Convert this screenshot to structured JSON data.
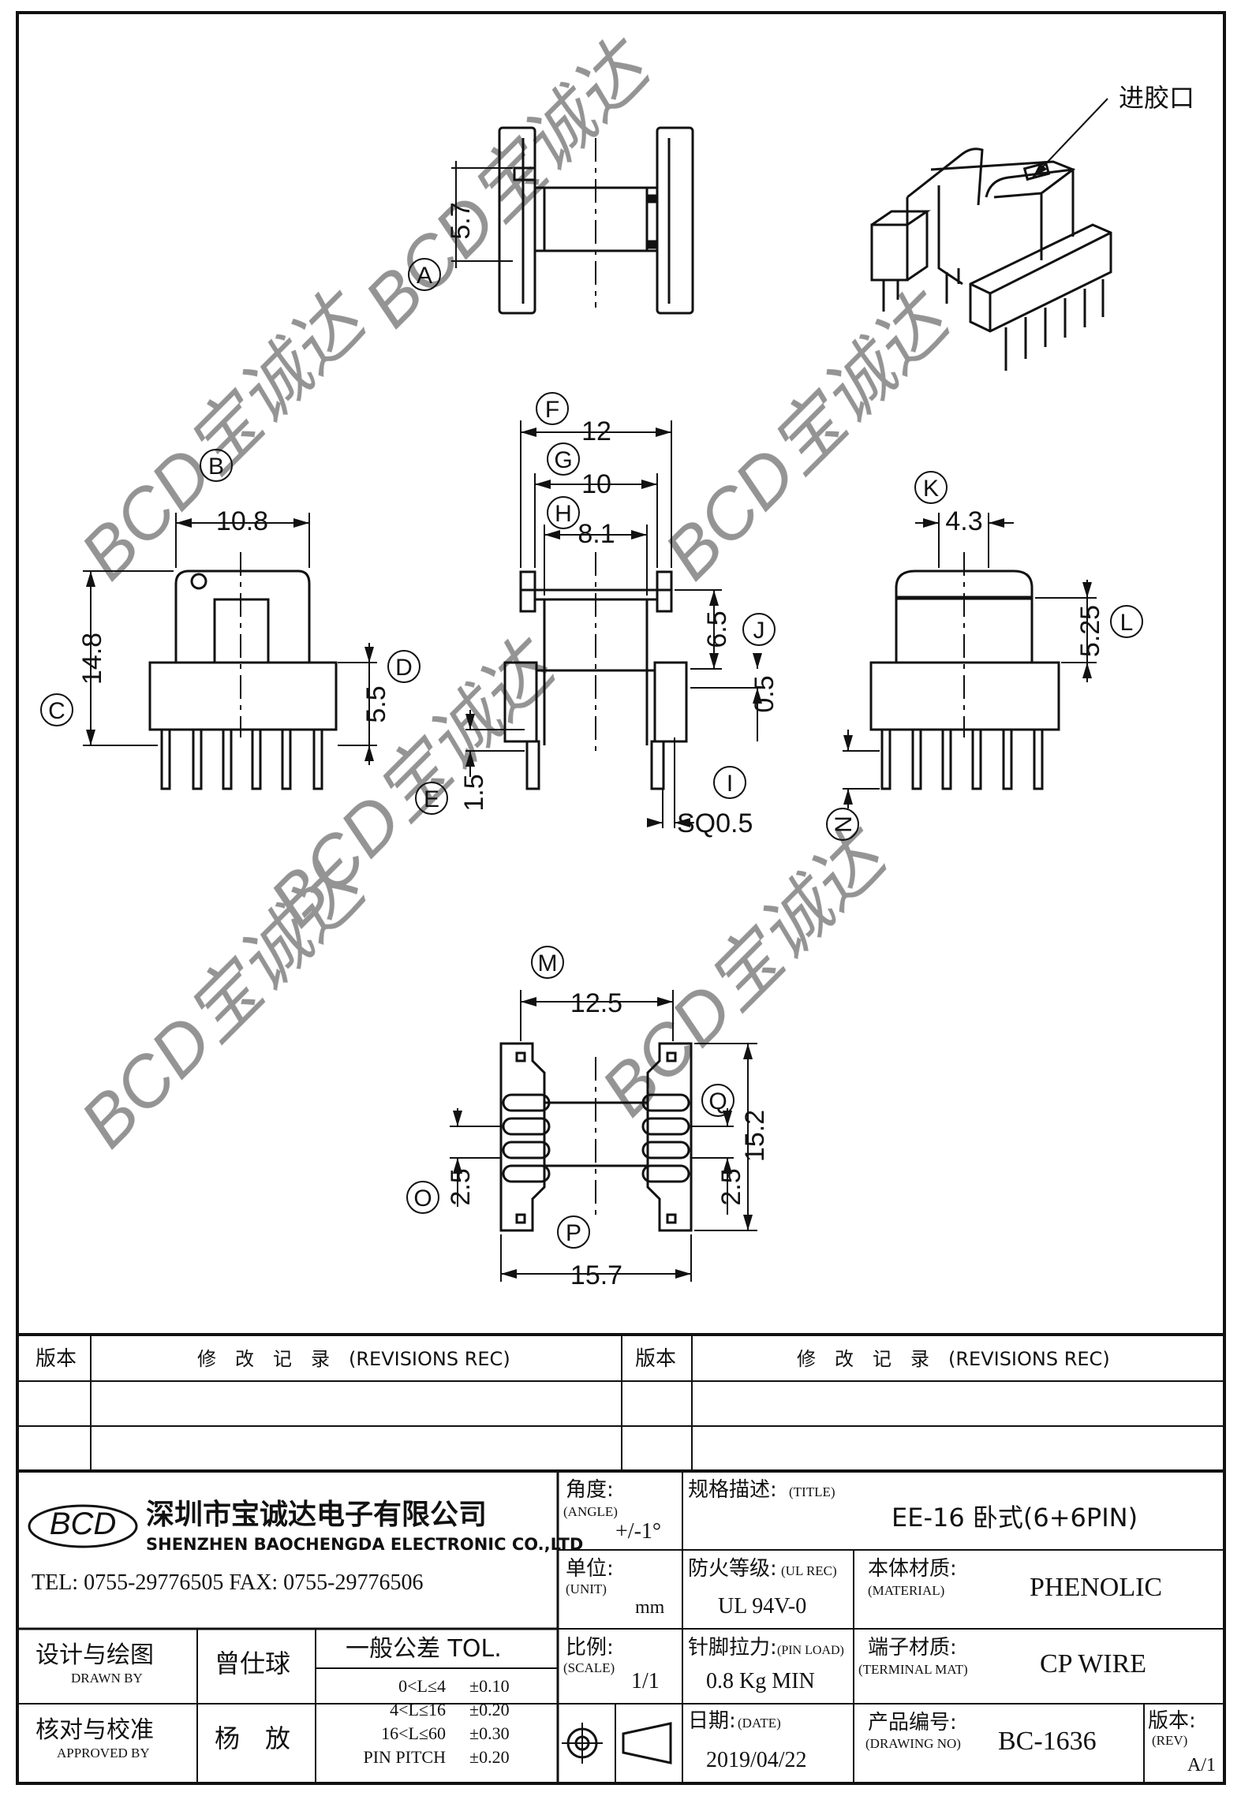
{
  "drawing": {
    "gate_label": "进胶口",
    "watermark": "BCD宝诚达",
    "dims": {
      "A": "5.7",
      "B": "10.8",
      "C": "14.8",
      "D": "5.5",
      "E": "1.5",
      "F": "12",
      "G": "10",
      "H": "8.1",
      "I": "SQ0.5",
      "J": "6.5",
      "J2": "0.5",
      "K": "4.3",
      "L": "5.25",
      "M": "12.5",
      "O": "2.5",
      "P": "15.7",
      "Q": "15.2",
      "Q2": "2.5"
    },
    "bubbles": [
      "A",
      "B",
      "C",
      "D",
      "E",
      "F",
      "G",
      "H",
      "I",
      "J",
      "K",
      "L",
      "M",
      "N",
      "O",
      "P",
      "Q"
    ]
  },
  "title_block": {
    "rev_header_left": "版本",
    "rev_header_mid": "修　改　记　录　(REVISIONS REC)",
    "rev_header_right": "版本",
    "rev_header_mid2": "修　改　记　录　(REVISIONS REC)",
    "company_logo": "BCD",
    "company_cn": "深圳市宝诚达电子有限公司",
    "company_en": "SHENZHEN BAOCHENGDA ELECTRONIC CO.,LTD",
    "tel_fax": "TEL: 0755-29776505  FAX: 0755-29776506",
    "angle_label": "角度:",
    "angle_en": "(ANGLE)",
    "angle_value": "+/-1°",
    "title_label": "规格描述:",
    "title_en": "(TITLE)",
    "title_value": "EE-16 卧式(6+6PIN)",
    "unit_label": "单位:",
    "unit_en": "(UNIT)",
    "unit_value": "mm",
    "ul_label": "防火等级:",
    "ul_en": "(UL REC)",
    "ul_value": "UL 94V-0",
    "material_label": "本体材质:",
    "material_en": "(MATERIAL)",
    "material_value": "PHENOLIC",
    "drawn_label": "设计与绘图",
    "drawn_en": "DRAWN BY",
    "drawn_value": "曾仕球",
    "tol_title": "一般公差 TOL.",
    "tol_rows": [
      {
        "range": "0<L≤4",
        "tol": "±0.10"
      },
      {
        "range": "4<L≤16",
        "tol": "±0.20"
      },
      {
        "range": "16<L≤60",
        "tol": "±0.30"
      },
      {
        "range": "PIN PITCH",
        "tol": "±0.20"
      }
    ],
    "scale_label": "比例:",
    "scale_en": "(SCALE)",
    "scale_value": "1/1",
    "pin_load_label": "针脚拉力:",
    "pin_load_en": "(PIN LOAD)",
    "pin_load_value": "0.8 Kg MIN",
    "terminal_label": "端子材质:",
    "terminal_en": "(TERMINAL MAT)",
    "terminal_value": "CP WIRE",
    "approved_label": "核对与校准",
    "approved_en": "APPROVED BY",
    "approved_value": "杨　放",
    "date_label": "日期:",
    "date_en": "(DATE)",
    "date_value": "2019/04/22",
    "drawing_no_label": "产品编号:",
    "drawing_no_en": "(DRAWING NO)",
    "drawing_no_value": "BC-1636",
    "rev_label": "版本:",
    "rev_en": "(REV)",
    "rev_value": "A/1"
  }
}
